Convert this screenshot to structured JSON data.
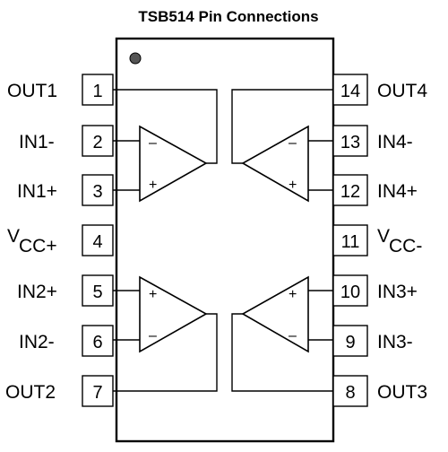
{
  "title": "TSB514 Pin Connections",
  "pins": {
    "p1": {
      "number": "1",
      "label": "OUT1"
    },
    "p2": {
      "number": "2",
      "label": "IN1-"
    },
    "p3": {
      "number": "3",
      "label": "IN1+"
    },
    "p4": {
      "number": "4",
      "label_main": "V",
      "label_sub": "CC+"
    },
    "p5": {
      "number": "5",
      "label": "IN2+"
    },
    "p6": {
      "number": "6",
      "label": "IN2-"
    },
    "p7": {
      "number": "7",
      "label": "OUT2"
    },
    "p8": {
      "number": "8",
      "label": "OUT3"
    },
    "p9": {
      "number": "9",
      "label": "IN3-"
    },
    "p10": {
      "number": "10",
      "label": "IN3+"
    },
    "p11": {
      "number": "11",
      "label_main": "V",
      "label_sub": "CC-"
    },
    "p12": {
      "number": "12",
      "label": "IN4+"
    },
    "p13": {
      "number": "13",
      "label": "IN4-"
    },
    "p14": {
      "number": "14",
      "label": "OUT4"
    }
  },
  "amps": {
    "a1": {
      "top_sign": "–",
      "bottom_sign": "+"
    },
    "a2": {
      "top_sign": "+",
      "bottom_sign": "–"
    },
    "a3": {
      "top_sign": "+",
      "bottom_sign": "–"
    },
    "a4": {
      "top_sign": "–",
      "bottom_sign": "+"
    }
  }
}
